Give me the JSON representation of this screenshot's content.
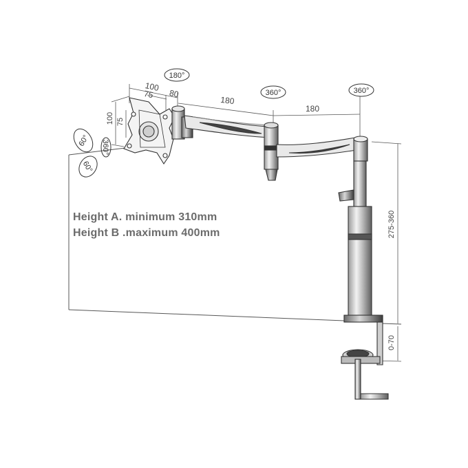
{
  "specs": {
    "height_a": "Height A. minimum 310mm",
    "height_b": "Height B .maximum 400mm"
  },
  "rotations": {
    "tilt_top": "180°",
    "joint_middle": "360°",
    "joint_pole": "360°",
    "tilt_up": "60°",
    "swivel": "360°",
    "tilt_down": "60°"
  },
  "dimensions": {
    "vesa_outer_w": "100",
    "vesa_inner_w": "75",
    "head_offset": "80",
    "arm_1": "180",
    "arm_2": "180",
    "vesa_outer_h": "100",
    "vesa_inner_h": "75",
    "pole_height": "275-360",
    "clamp_range": "0-70"
  },
  "colors": {
    "line": "#333333",
    "dim_line": "#555555",
    "text": "#6b6b6b"
  }
}
